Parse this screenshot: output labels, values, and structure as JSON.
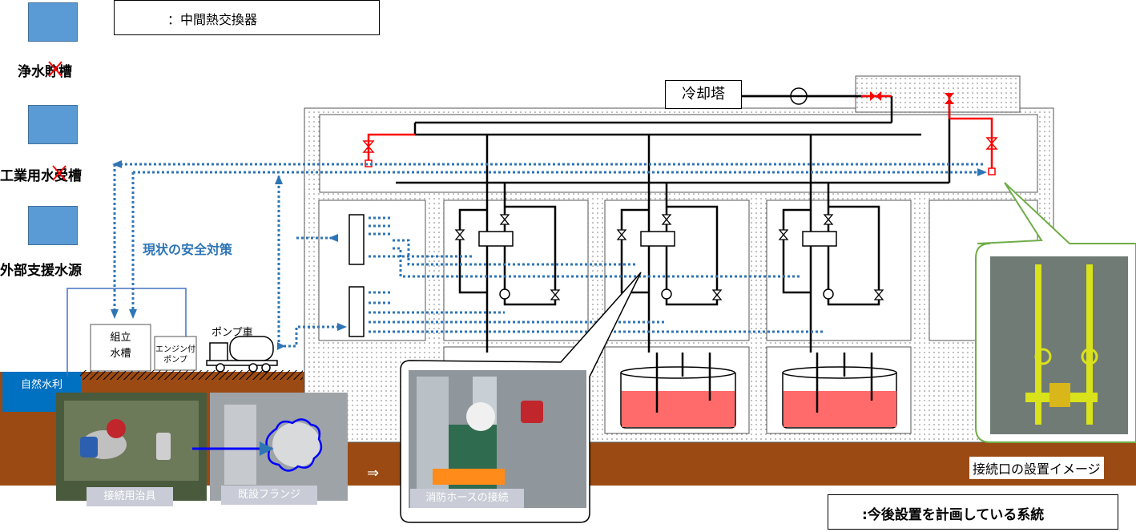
{
  "legend_top": {
    "text": "：中間熱交換器"
  },
  "legend_bottom": {
    "text": ":今後設置を計画している系統",
    "color": "#ff0000"
  },
  "water_sources": [
    {
      "label": "浄水貯槽",
      "struck": true
    },
    {
      "label": "工業用水受槽",
      "struck": true
    },
    {
      "label": "外部支援水源",
      "struck": false
    }
  ],
  "natural_water": {
    "label": "自然水利"
  },
  "assembly_tank": {
    "label": "組立\n水槽"
  },
  "engine_pump": {
    "label": "エンジン付\nポンプ"
  },
  "pump_truck": {
    "label": "ポンプ車"
  },
  "safety_label": {
    "text": "現状の安全対策"
  },
  "cooling_tower": {
    "label": "冷却塔"
  },
  "photos": {
    "jig": {
      "caption": "接続用治具"
    },
    "flange": {
      "caption": "既設フランジ"
    },
    "hose": {
      "caption": "消防ホースの接続"
    },
    "install": {
      "caption": "接続口の設置イメージ"
    }
  },
  "arrow_symbol": "⇒",
  "colors": {
    "red_line": "#ff0000",
    "blue_dotted": "#2e75b6",
    "tank_fill": "#ff6b6b",
    "ground": "#9a4a12",
    "source_blue": "#5b9bd5",
    "callout_green": "#70ad47"
  }
}
